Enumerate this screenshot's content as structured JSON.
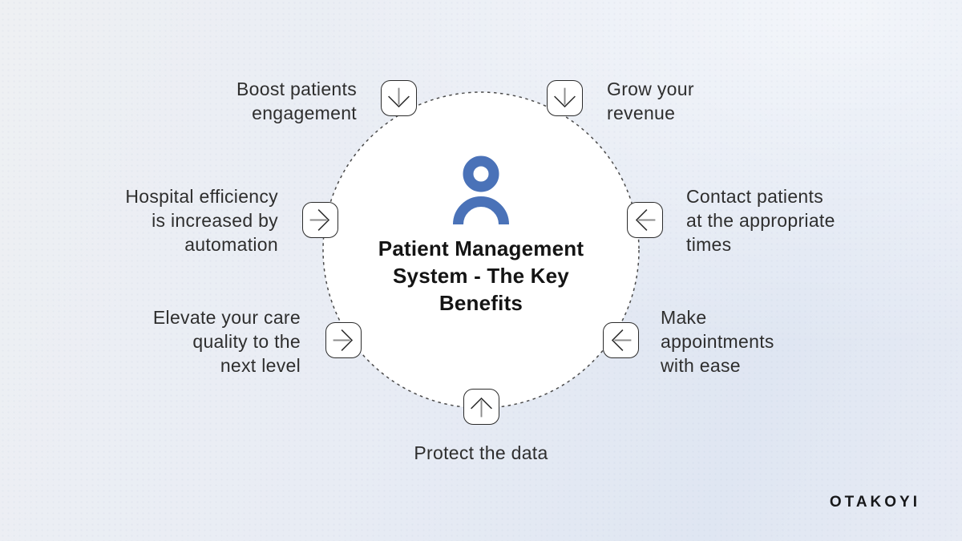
{
  "title": "Patient Management\nSystem - The Key\nBenefits",
  "benefits": [
    {
      "id": "boost",
      "label": "Boost patients\nengagement",
      "arrow": "down"
    },
    {
      "id": "grow",
      "label": "Grow your\nrevenue",
      "arrow": "down"
    },
    {
      "id": "hospital",
      "label": "Hospital efficiency\nis increased by\nautomation",
      "arrow": "right"
    },
    {
      "id": "contact",
      "label": "Contact patients\nat the appropriate\ntimes",
      "arrow": "left"
    },
    {
      "id": "elevate",
      "label": "Elevate your care\nquality to the\nnext level",
      "arrow": "right"
    },
    {
      "id": "make",
      "label": "Make\nappointments\nwith ease",
      "arrow": "left"
    },
    {
      "id": "protect",
      "label": "Protect the data",
      "arrow": "up"
    }
  ],
  "center_icon": "person-icon",
  "logo": "OTAKOYI",
  "colors": {
    "person_icon_blue": "#4a72b8",
    "circle_fill": "#ffffff",
    "circle_dash_stroke": "#4a4a4a",
    "arrow_box_border": "#2b2b2b",
    "arrow_shaft_gray": "#8c8c8c",
    "arrow_chevron_dark": "#2e2e2e",
    "label_text": "#2e2e2e",
    "title_text": "#141414",
    "background_light": "#eef0f3",
    "background_blue": "#dfe6f2"
  }
}
